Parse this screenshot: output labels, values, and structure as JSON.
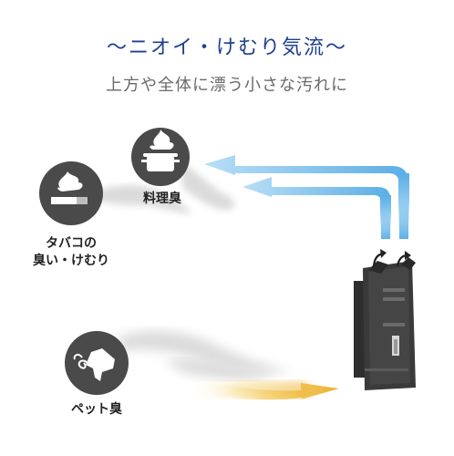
{
  "header": {
    "title": "〜ニオイ・けむり気流〜",
    "subtitle": "上方や全体に漂う小さな汚れに"
  },
  "odors": [
    {
      "label": "料理臭",
      "icon": "cooking-pot-icon"
    },
    {
      "label_line1": "タバコの",
      "label_line2": "臭い・けむり",
      "icon": "cigarette-icon"
    },
    {
      "label": "ペット臭",
      "icon": "dog-icon"
    }
  ],
  "colors": {
    "title": "#1f3f8f",
    "subtitle": "#6a6a6a",
    "icon_circle": "#4a4a4a",
    "airflow_blue": "#5aaee6",
    "airflow_yellow": "#f0b93a",
    "smoke": "#cfcfcf",
    "device": "#3a3a3a"
  }
}
